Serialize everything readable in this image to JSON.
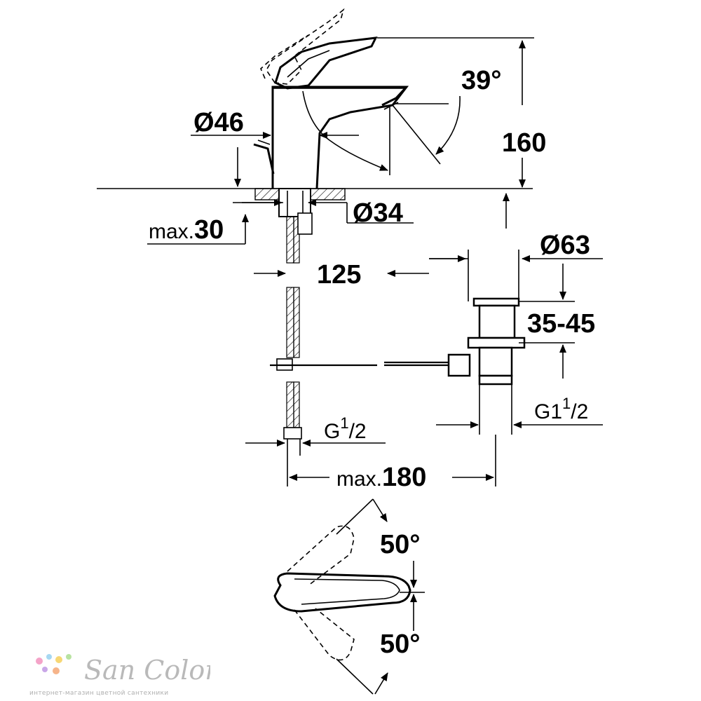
{
  "dimensions": {
    "d46": "Ø46",
    "d34": "Ø34",
    "d63": "Ø63",
    "h160": "160",
    "angle39": "39°",
    "max30_prefix": "max.",
    "max30_value": "30",
    "w125": "125",
    "range_35_45": "35-45",
    "g12_main": "G",
    "g12_sup": "1",
    "g12_sub": "/2",
    "g112_main": "G1",
    "g112_sup": "1",
    "g112_sub": "/2",
    "max180_prefix": "max.",
    "max180_value": "180",
    "angle50_top": "50°",
    "angle50_bottom": "50°"
  },
  "watermark": {
    "brand": "San Color",
    "subtitle": "интернет-магазин цветной сантехники",
    "dot_colors": [
      "#f4a3c8",
      "#a7d8f2",
      "#f7d774",
      "#b8e3a1",
      "#c9a7e8",
      "#f6b48a"
    ]
  }
}
